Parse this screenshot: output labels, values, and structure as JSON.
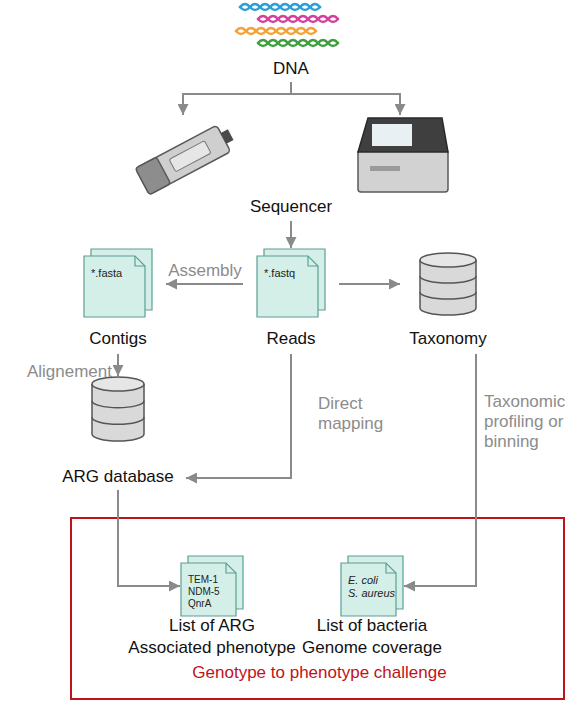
{
  "diagram": {
    "nodes": [
      {
        "text": [
          "DNA"
        ]
      },
      {
        "text": [
          "Sequencer"
        ]
      },
      {
        "text": [
          "*.fasta",
          "Contigs"
        ]
      },
      {
        "text": [
          "*.fastq",
          "Reads"
        ]
      },
      {
        "text": [
          "Taxonomy"
        ]
      },
      {
        "text": [
          "ARG database"
        ]
      },
      {
        "text": [
          "Genotype to phenotype challenge"
        ]
      },
      {
        "text": [
          "TEM-1",
          "NDM-5",
          "QnrA",
          "List of ARG",
          "Associated phenotype"
        ],
        "in": 6
      },
      {
        "text": [
          "E. coli",
          "S. aureus",
          "List of bacteria",
          "Genome coverage"
        ],
        "in": 6
      }
    ],
    "edges": [
      {
        "from": 0,
        "to": 1,
        "arrow": "to"
      },
      {
        "from": 1,
        "to": 3,
        "arrow": "to"
      },
      {
        "from": 3,
        "to": 2,
        "label": "Assembly",
        "arrow": "to"
      },
      {
        "from": 3,
        "to": 4,
        "arrow": "to"
      },
      {
        "from": 2,
        "to": 5,
        "label": "Alignement",
        "arrow": "to"
      },
      {
        "from": 3,
        "to": 5,
        "label": "Direct mapping",
        "arrow": "to"
      },
      {
        "from": 5,
        "to": 7,
        "arrow": "to"
      },
      {
        "from": 4,
        "to": 8,
        "label": "Taxonomic profiling or binning",
        "arrow": "to"
      }
    ]
  }
}
